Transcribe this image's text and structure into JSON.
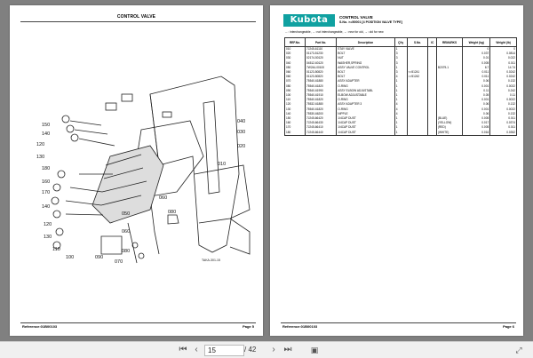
{
  "left_page": {
    "title": "CONTROL VALVE",
    "reference": "Reference:01B00103",
    "page_label": "Page 5",
    "diagram_code": "TAKA-301-15",
    "callouts": [
      "010",
      "020",
      "030",
      "040",
      "050",
      "060",
      "070",
      "080",
      "090",
      "100",
      "110",
      "120",
      "130",
      "140",
      "150",
      "160",
      "170",
      "180"
    ]
  },
  "right_page": {
    "logo_text": "Kubota",
    "section_title": "CONTROL VALVE",
    "section_subtitle": "S.No. >=50001 [4 POSITION VALVE TYPE]",
    "legend": "←: interchangeable,  →: not interchangeable,  ←: new for old,  →: old for new",
    "reference": "Reference:01B00103",
    "page_label": "Page 6",
    "table": {
      "headers": [
        "REF.No.",
        "Part No.",
        "Description",
        "Q'ty",
        "S.No.",
        "IC",
        "REMARKS",
        "Weight (kg)",
        "Weight (lb)"
      ],
      "rows": [
        [
          "010",
          "7J245-61110",
          "STAY VALVE",
          "1",
          "",
          "",
          "",
          "0",
          "0"
        ],
        [
          "020",
          "01173-51230",
          "BOLT",
          "3",
          "",
          "",
          "",
          "0.037",
          "0.0814"
        ],
        [
          "030",
          "02174-50120",
          "NUT",
          "3",
          "",
          "",
          "",
          "0.01",
          "0.022"
        ],
        [
          "040",
          "04512-60120",
          "WASHER,SPRING",
          "3",
          "",
          "",
          "",
          "0.005",
          "0.011"
        ],
        [
          "050",
          "7W244-00100",
          "ASSY VALVE CONTROL",
          "1",
          "",
          "",
          "B2079-1",
          "6.7",
          "14.74"
        ],
        [
          "060",
          "01123-50820",
          "BOLT",
          "3",
          "<=51241",
          "",
          "",
          "0.011",
          "0.0242"
        ],
        [
          "060",
          "01123-50820",
          "BOLT",
          "4",
          "=>51242",
          "",
          "",
          "0.011",
          "0.0242"
        ],
        [
          "070",
          "75540-61880",
          "ASSY ADAPTER",
          "1",
          "",
          "",
          "",
          "0.06",
          "0.132"
        ],
        [
          "080",
          "75540-61820",
          "O-RING",
          "1",
          "",
          "",
          "",
          "0.001",
          "0.0022"
        ],
        [
          "090",
          "75540-61990",
          "ASSY ELBOW ADJUSTABL",
          "1",
          "",
          "",
          "",
          "0.11",
          "0.242"
        ],
        [
          "100",
          "75540-61910",
          "ELBOW ADJUSTABLE",
          "1",
          "",
          "",
          "",
          "0.05",
          "0.11"
        ],
        [
          "110",
          "75540-61820",
          "O-RING",
          "1",
          "",
          "",
          "",
          "0.001",
          "0.0022"
        ],
        [
          "120",
          "75532-61880",
          "ASSY ADAPTER 3",
          "4",
          "",
          "",
          "",
          "0.06",
          "0.132"
        ],
        [
          "130",
          "75540-61820",
          "O-RING",
          "4",
          "",
          "",
          "",
          "0.001",
          "0.0022"
        ],
        [
          "140",
          "75530-66200",
          "NIPPLE",
          "4",
          "",
          "",
          "",
          "0.06",
          "0.132"
        ],
        [
          "150",
          "7J245-66420",
          "1/4CAP DUST",
          "1",
          "",
          "",
          "(BLUE)",
          "0.005",
          "0.011"
        ],
        [
          "160",
          "7J245-66430",
          "1/4CAP DUST",
          "1",
          "",
          "",
          "(YELLOW)",
          "0.017",
          "0.0374"
        ],
        [
          "170",
          "7J245-66410",
          "1/4CAP DUST",
          "1",
          "",
          "",
          "(RED)",
          "0.005",
          "0.011"
        ],
        [
          "180",
          "7J245-66440",
          "1/4CAP DUST",
          "1",
          "",
          "",
          "(WHITE)",
          "0.016",
          "0.0352"
        ]
      ]
    }
  },
  "toolbar": {
    "first_icon": "first-page-icon",
    "prev_icon": "prev-page-icon",
    "current_page": "15",
    "total_pages": "/ 42",
    "next_icon": "next-page-icon",
    "last_icon": "last-page-icon",
    "save_icon": "save-icon",
    "fullscreen_icon": "fullscreen-icon"
  },
  "colors": {
    "logo": "#10a1a1",
    "viewer_bg": "#808080"
  }
}
